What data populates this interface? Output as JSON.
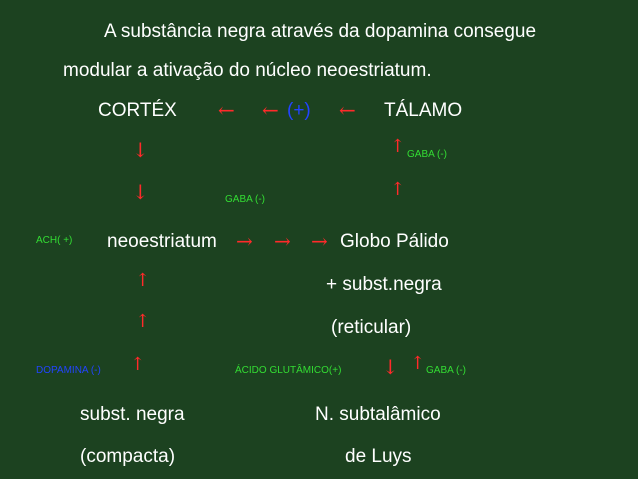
{
  "intro": {
    "line1": "A substância negra através da dopamina consegue",
    "line2": "modular a ativação do núcleo neoestriatum."
  },
  "nodes": {
    "cortex": "CORTÉX",
    "talamo": "TÁLAMO",
    "neoestriatum": "neoestriatum",
    "globo_palido": "Globo Pálido",
    "subst_negra_plus": "+ subst.negra",
    "reticular": "(reticular)",
    "subst_negra": "subst. negra",
    "compacta": "(compacta)",
    "n_subtalamico": "N. subtalâmico",
    "de_luys": "de Luys"
  },
  "labels": {
    "plus": "(+)",
    "gaba_talamo": "GABA (-)",
    "gaba_mid": "GABA (-)",
    "ach": "ACH( +)",
    "dopamina": "DOPAMINA (-)",
    "acido_glutamico": "ÁCIDO GLUTÂMICO(+)",
    "gaba_subtalamico": "GABA (-)"
  },
  "arrows": {
    "left": "←",
    "right": "→",
    "up": "↑",
    "down": "↓"
  },
  "colors": {
    "background": "#1c4220",
    "text": "#ffffff",
    "arrow": "#ff2a2a",
    "gaba_label": "#33dd33",
    "plus_label": "#2244ff"
  }
}
